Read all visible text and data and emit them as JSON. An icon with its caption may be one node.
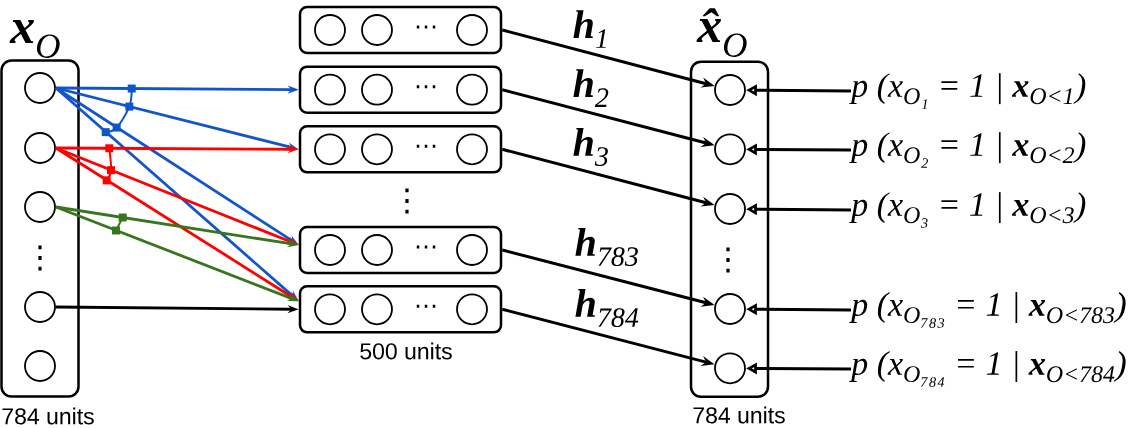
{
  "diagram": {
    "nodes": [
      {
        "text": [
          "**x**$_{O}$",
          "⋮"
        ],
        "beside": [
          "784 units"
        ]
      },
      {
        "text": [],
        "shape": "circle",
        "in": 0
      },
      {
        "text": [],
        "shape": "circle",
        "in": 0
      },
      {
        "text": [],
        "shape": "circle",
        "in": 0
      },
      {
        "text": [],
        "shape": "circle",
        "in": 0
      },
      {
        "text": [],
        "shape": "circle",
        "in": 0
      },
      {
        "text": [
          "⋯"
        ]
      },
      {
        "text": [],
        "shape": "circle",
        "in": 6
      },
      {
        "text": [],
        "shape": "circle",
        "in": 6
      },
      {
        "text": [],
        "shape": "circle",
        "in": 6
      },
      {
        "text": [
          "⋯"
        ]
      },
      {
        "text": [],
        "shape": "circle",
        "in": 10
      },
      {
        "text": [],
        "shape": "circle",
        "in": 10
      },
      {
        "text": [],
        "shape": "circle",
        "in": 10
      },
      {
        "text": [
          "⋯"
        ]
      },
      {
        "text": [],
        "shape": "circle",
        "in": 14
      },
      {
        "text": [],
        "shape": "circle",
        "in": 14
      },
      {
        "text": [],
        "shape": "circle",
        "in": 14
      },
      {
        "text": [
          "⋯"
        ]
      },
      {
        "text": [],
        "shape": "circle",
        "in": 18
      },
      {
        "text": [],
        "shape": "circle",
        "in": 18
      },
      {
        "text": [],
        "shape": "circle",
        "in": 18
      },
      {
        "text": [
          "⋯"
        ],
        "beside": [
          "500 units"
        ]
      },
      {
        "text": [],
        "shape": "circle",
        "in": 22
      },
      {
        "text": [],
        "shape": "circle",
        "in": 22
      },
      {
        "text": [],
        "shape": "circle",
        "in": 22
      },
      {
        "text": [
          "**x̂**$_{O}$",
          "⋮"
        ],
        "beside": [
          "784 units"
        ]
      },
      {
        "text": [],
        "shape": "circle",
        "in": 26
      },
      {
        "text": [],
        "shape": "circle",
        "in": 26
      },
      {
        "text": [],
        "shape": "circle",
        "in": 26
      },
      {
        "text": [],
        "shape": "circle",
        "in": 26
      },
      {
        "text": [],
        "shape": "circle",
        "in": 26
      },
      {
        "text": [
          "p (x$_{O₁}$ = 1 | **x**$_{O<1}$)"
        ]
      },
      {
        "text": [
          "p (x$_{O₂}$ = 1 | **x**$_{O<2}$)"
        ]
      },
      {
        "text": [
          "p (x$_{O₃}$ = 1 | **x**$_{O<3}$)"
        ]
      },
      {
        "text": [
          "p (x$_{O₇₈₃}$ = 1 | **x**$_{O<783}$)"
        ]
      },
      {
        "text": [
          "p (x$_{O₇₈₄}$ = 1 | **x**$_{O<784}$)"
        ]
      }
    ],
    "edges": [
      {
        "from": 1,
        "to": 10,
        "arrow": "to",
        "color": "#1155cc"
      },
      {
        "from": 1,
        "to": 14,
        "arrow": "to",
        "color": "#1155cc"
      },
      {
        "from": 1,
        "to": 18,
        "arrow": "to",
        "color": "#1155cc"
      },
      {
        "from": 1,
        "to": 22,
        "arrow": "to",
        "color": "#1155cc"
      },
      {
        "from": 2,
        "to": 14,
        "arrow": "to",
        "color": "#ff0000"
      },
      {
        "from": 2,
        "to": 18,
        "arrow": "to",
        "color": "#ff0000"
      },
      {
        "from": 2,
        "to": 22,
        "arrow": "to",
        "color": "#ff0000"
      },
      {
        "from": 3,
        "to": 18,
        "arrow": "to",
        "color": "#38761d"
      },
      {
        "from": 3,
        "to": 22,
        "arrow": "to",
        "color": "#38761d"
      },
      {
        "from": 4,
        "to": 22,
        "arrow": "to"
      },
      {
        "from": 6,
        "to": 27,
        "arrow": "to",
        "label": "**h**$_{1}$"
      },
      {
        "from": 10,
        "to": 28,
        "arrow": "to",
        "label": "**h**$_{2}$"
      },
      {
        "from": 14,
        "to": 29,
        "arrow": "to",
        "label": "**h**$_{3}$"
      },
      {
        "from": 18,
        "to": 30,
        "arrow": "to",
        "label": "**h**$_{783}$"
      },
      {
        "from": 22,
        "to": 31,
        "arrow": "to",
        "label": "**h**$_{784}$"
      },
      {
        "from": 32,
        "to": 27,
        "arrow": "to"
      },
      {
        "from": 33,
        "to": 28,
        "arrow": "to"
      },
      {
        "from": 34,
        "to": 29,
        "arrow": "to"
      },
      {
        "from": 35,
        "to": 30,
        "arrow": "to"
      },
      {
        "from": 36,
        "to": 31,
        "arrow": "to"
      }
    ],
    "labels": [
      "⋮"
    ]
  }
}
